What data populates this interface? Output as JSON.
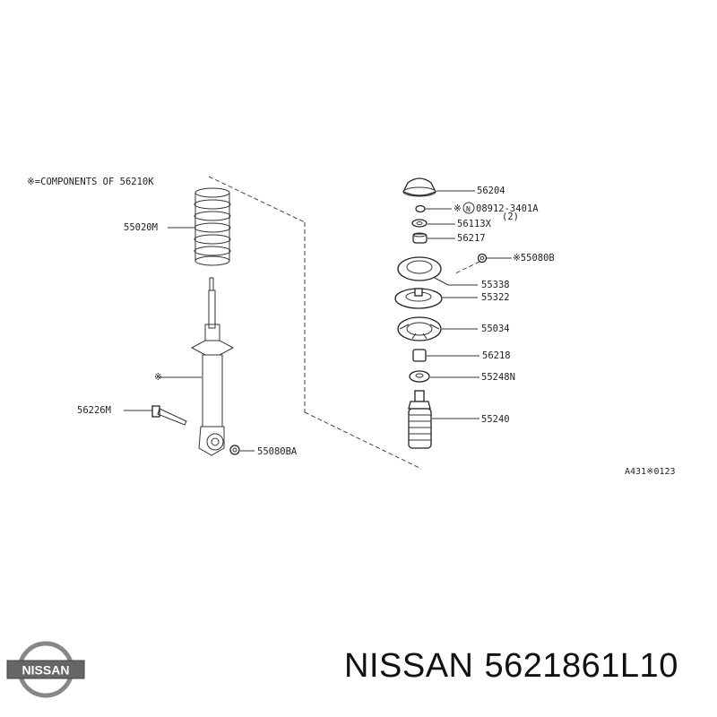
{
  "diagram": {
    "note": "※=COMPONENTS OF 56210K",
    "code": "A431※0123",
    "labels": {
      "spring": "55020M",
      "star_mark": "※",
      "bolt": "56226M",
      "nut_bottom": "55080BA",
      "top_cap": "56204",
      "nut_top_n": "N",
      "nut_top_code": "08912-3401A",
      "nut_top_qty": "(2)",
      "washer": "56113X",
      "bushing_small": "56217",
      "nut_side": "※55080B",
      "insulator": "55338",
      "mount": "55322",
      "seat": "55034",
      "spacer": "56218",
      "bumper_cap": "55248N",
      "boot": "55240"
    }
  },
  "footer": {
    "logo_text": "NISSAN",
    "brand": "NISSAN",
    "part_number": "5621861L10"
  }
}
